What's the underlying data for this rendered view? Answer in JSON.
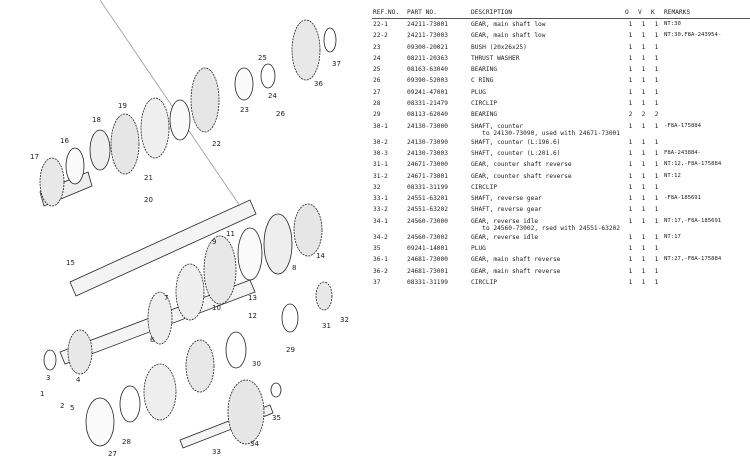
{
  "table": {
    "headers": {
      "ref_no": "REF.NO.",
      "part_no": "PART NO.",
      "description": "DESCRIPTION",
      "qty1": "O",
      "qty2": "V",
      "qty3": "K",
      "remarks": "REMARKS"
    },
    "rows": [
      {
        "ref": "22-1",
        "part": "24211-73001",
        "desc": "GEAR, main shaft low",
        "q1": "1",
        "q2": "1",
        "q3": "1",
        "remarks": "NT:30"
      },
      {
        "ref": "22-2",
        "part": "24211-73003",
        "desc": "GEAR, main shaft low",
        "q1": "1",
        "q2": "1",
        "q3": "1",
        "remarks": "NT:30,F8A-243954-"
      },
      {
        "ref": "23",
        "part": "09300-20021",
        "desc": "BUSH (20x26x25)",
        "q1": "1",
        "q2": "1",
        "q3": "1",
        "remarks": ""
      },
      {
        "ref": "24",
        "part": "08211-20363",
        "desc": "THRUST WASHER",
        "q1": "1",
        "q2": "1",
        "q3": "1",
        "remarks": ""
      },
      {
        "ref": "25",
        "part": "08163-63040",
        "desc": "BEARING",
        "q1": "1",
        "q2": "1",
        "q3": "1",
        "remarks": ""
      },
      {
        "ref": "26",
        "part": "09390-52003",
        "desc": "C RING",
        "q1": "1",
        "q2": "1",
        "q3": "1",
        "remarks": ""
      },
      {
        "ref": "27",
        "part": "09241-47001",
        "desc": "PLUG",
        "q1": "1",
        "q2": "1",
        "q3": "1",
        "remarks": ""
      },
      {
        "ref": "28",
        "part": "08331-21479",
        "desc": "CIRCLIP",
        "q1": "1",
        "q2": "1",
        "q3": "1",
        "remarks": ""
      },
      {
        "ref": "29",
        "part": "08113-62040",
        "desc": "BEARING",
        "q1": "2",
        "q2": "2",
        "q3": "2",
        "remarks": ""
      },
      {
        "ref": "30-1",
        "part": "24130-73000",
        "desc": "SHAFT, counter\n   to 24130-73090, used with 24671-73001",
        "q1": "1",
        "q2": "1",
        "q3": "1",
        "remarks": "-F8A-175884"
      },
      {
        "ref": "30-2",
        "part": "24130-73090",
        "desc": "SHAFT, counter (L:196.6)",
        "q1": "1",
        "q2": "1",
        "q3": "1",
        "remarks": ""
      },
      {
        "ref": "30-3",
        "part": "24130-73003",
        "desc": "SHAFT, counter (L:201.6)",
        "q1": "1",
        "q2": "1",
        "q3": "1",
        "remarks": "F8A-243884-"
      },
      {
        "ref": "31-1",
        "part": "24671-73000",
        "desc": "GEAR, counter shaft reverse",
        "q1": "1",
        "q2": "1",
        "q3": "1",
        "remarks": "NT:12,-F8A-175884"
      },
      {
        "ref": "31-2",
        "part": "24671-73001",
        "desc": "GEAR, counter shaft reverse",
        "q1": "1",
        "q2": "1",
        "q3": "1",
        "remarks": "NT:12"
      },
      {
        "ref": "32",
        "part": "08331-31199",
        "desc": "CIRCLIP",
        "q1": "1",
        "q2": "1",
        "q3": "1",
        "remarks": ""
      },
      {
        "ref": "33-1",
        "part": "24551-63201",
        "desc": "SHAFT, reverse gear",
        "q1": "1",
        "q2": "1",
        "q3": "1",
        "remarks": "-F8A-185691"
      },
      {
        "ref": "33-2",
        "part": "24551-63202",
        "desc": "SHAFT, reverse gear",
        "q1": "1",
        "q2": "1",
        "q3": "1",
        "remarks": ""
      },
      {
        "ref": "34-1",
        "part": "24560-73000",
        "desc": "GEAR, reverse idle\n   to 24560-73002, rsed with 24551-63202",
        "q1": "1",
        "q2": "1",
        "q3": "1",
        "remarks": "NT:17,-F8A-185691"
      },
      {
        "ref": "34-2",
        "part": "24560-73002",
        "desc": "GEAR, reverse idle",
        "q1": "1",
        "q2": "1",
        "q3": "1",
        "remarks": "NT:17"
      },
      {
        "ref": "35",
        "part": "09241-14001",
        "desc": "PLUG",
        "q1": "1",
        "q2": "1",
        "q3": "1",
        "remarks": ""
      },
      {
        "ref": "36-1",
        "part": "24681-73000",
        "desc": "GEAR, main shaft reverse",
        "q1": "1",
        "q2": "1",
        "q3": "1",
        "remarks": "NT:27,-F8A-175884"
      },
      {
        "ref": "36-2",
        "part": "24681-73001",
        "desc": "GEAR, main shaft reverse",
        "q1": "1",
        "q2": "1",
        "q3": "1",
        "remarks": ""
      },
      {
        "ref": "37",
        "part": "08331-31199",
        "desc": "CIRCLIP",
        "q1": "1",
        "q2": "1",
        "q3": "1",
        "remarks": ""
      }
    ]
  },
  "diagram": {
    "callouts": [
      "1",
      "2",
      "3",
      "4",
      "5",
      "6",
      "7",
      "8",
      "9",
      "10",
      "11",
      "12",
      "13",
      "14",
      "15",
      "16",
      "17",
      "18",
      "19",
      "20",
      "21",
      "22",
      "23",
      "24",
      "25",
      "26",
      "27",
      "28",
      "29",
      "30",
      "31",
      "32",
      "33",
      "34",
      "35",
      "36",
      "37"
    ]
  }
}
